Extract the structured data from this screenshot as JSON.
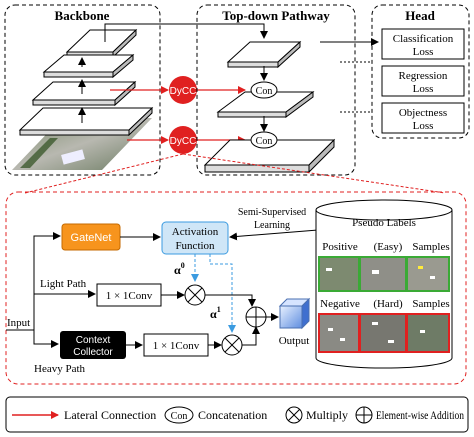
{
  "backbone": {
    "title": "Backbone"
  },
  "topdown": {
    "title": "Top-down Pathway",
    "con_label": "Con"
  },
  "head": {
    "title": "Head",
    "losses": [
      {
        "line1": "Classification",
        "line2": "Loss"
      },
      {
        "line1": "Regression",
        "line2": "Loss"
      },
      {
        "line1": "Objectness",
        "line2": "Loss"
      }
    ]
  },
  "dycc_label": "DyCC",
  "detail": {
    "gatenet": "GateNet",
    "activation_line1": "Activation",
    "activation_line2": "Function",
    "light_path": "Light Path",
    "conv_label": "1 × 1Conv",
    "heavy_path": "Heavy Path",
    "context_line1": "Context",
    "context_line2": "Collector",
    "input": "Input",
    "output": "Output",
    "alpha0_base": "α",
    "alpha0_sup": "0",
    "alpha1_base": "α",
    "alpha1_sup": "1",
    "semi_line1": "Semi-Supervised",
    "semi_line2": "Learning"
  },
  "pseudo": {
    "title": "Pseudo Labels",
    "positive": [
      "Positive",
      "(Easy)",
      "Samples"
    ],
    "negative": [
      "Negative",
      "(Hard)",
      "Samples"
    ]
  },
  "legend": {
    "lateral": "Lateral Connection",
    "con_symbol": "Con",
    "concatenation": "Concatenation",
    "multiply": "Multiply",
    "addition": "Element-wise Addition"
  },
  "colors": {
    "red": "#e02020",
    "gatenet": "#f7941d",
    "activation": "#cfe6f7",
    "blue_arrow": "#3b9be0",
    "positive_border": "#3aaa35",
    "negative_border": "#e02020",
    "context": "#000000"
  }
}
